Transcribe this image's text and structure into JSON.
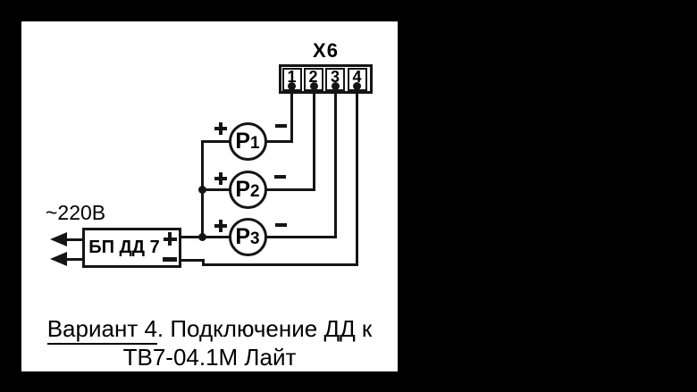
{
  "colors": {
    "background": "#000000",
    "canvas": "#ffffff",
    "line": "#151515",
    "text": "#000000"
  },
  "connector": {
    "label": "X6",
    "pins": [
      "1",
      "2",
      "3",
      "4"
    ]
  },
  "sensors": [
    {
      "base": "Р",
      "sub": "1"
    },
    {
      "base": "Р",
      "sub": "2"
    },
    {
      "base": "Р",
      "sub": "3"
    }
  ],
  "power_supply": {
    "label": "БП ДД 7"
  },
  "mains": {
    "label": "~220В"
  },
  "icons": {
    "plus": "plus-icon",
    "minus": "minus-icon",
    "arrow_left": "arrow-left-icon",
    "junction": "junction-dot",
    "pin": "pin-dot"
  },
  "caption": {
    "line1_underlined": "Вариант 4",
    "line1_rest": ". Подключение ДД к",
    "line2": "ТВ7-04.1М Лайт"
  }
}
